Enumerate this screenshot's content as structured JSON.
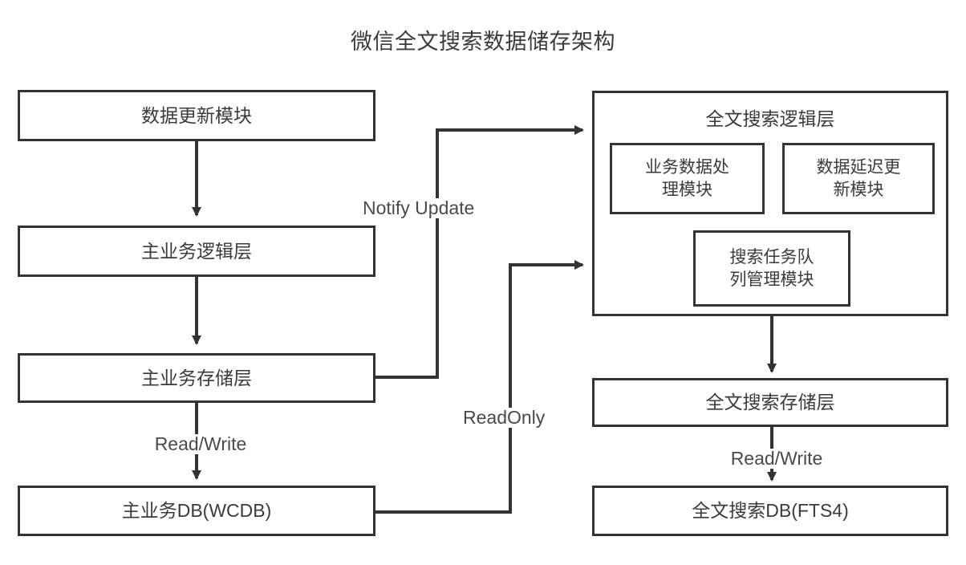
{
  "diagram": {
    "title": "微信全文搜索数据储存架构",
    "stroke_color": "#333333",
    "text_color": "#3b3b3b",
    "background": "#ffffff",
    "left_column": [
      {
        "id": "data-update-module",
        "label": "数据更新模块"
      },
      {
        "id": "main-business-logic-layer",
        "label": "主业务逻辑层"
      },
      {
        "id": "main-business-storage-layer",
        "label": "主业务存储层"
      },
      {
        "id": "main-business-db",
        "label": "主业务DB(WCDB)"
      }
    ],
    "right_panel": {
      "id": "fulltext-search-logic-layer",
      "label": "全文搜索逻辑层",
      "modules": [
        {
          "id": "business-data-process-module",
          "label": "业务数据处\n理模块"
        },
        {
          "id": "data-delay-update-module",
          "label": "数据延迟更\n新模块"
        },
        {
          "id": "search-task-queue-module",
          "label": "搜索任务队\n列管理模块"
        }
      ]
    },
    "right_column": [
      {
        "id": "fulltext-search-storage-layer",
        "label": "全文搜索存储层"
      },
      {
        "id": "fulltext-search-db",
        "label": "全文搜索DB(FTS4)"
      }
    ],
    "edge_labels": {
      "notify_update": "Notify Update",
      "read_only": "ReadOnly",
      "left_read_write": "Read/Write",
      "right_read_write": "Read/Write"
    }
  }
}
